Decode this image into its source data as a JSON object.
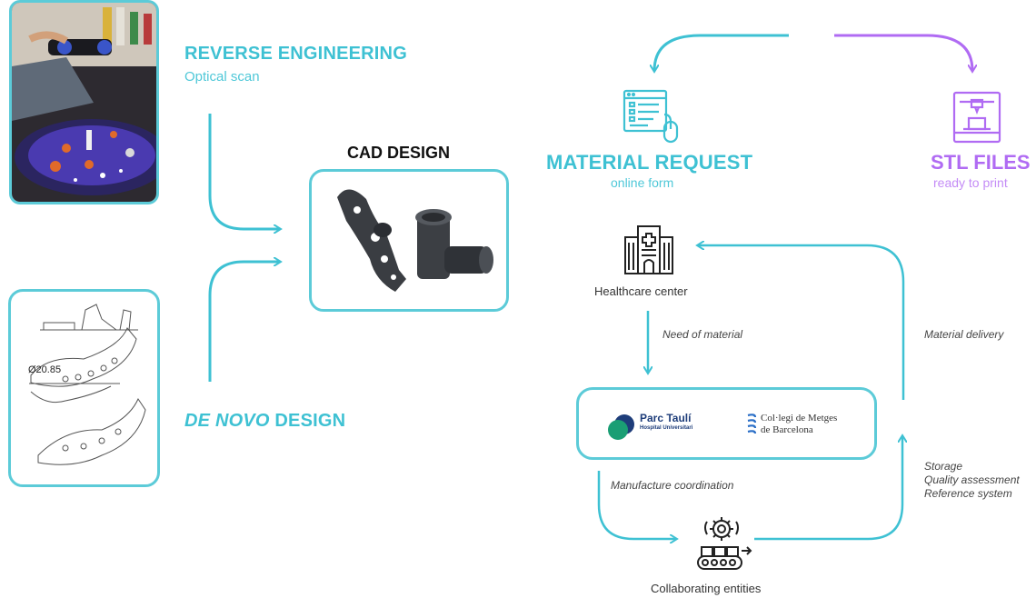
{
  "reverse": {
    "title": "REVERSE ENGINEERING",
    "subtitle": "Optical scan"
  },
  "denovo": {
    "italic": "DE NOVO",
    "rest": " DESIGN"
  },
  "cad": {
    "title": "CAD DESIGN"
  },
  "sketch": {
    "dimension": "Ø20.85"
  },
  "material_request": {
    "title": "MATERIAL REQUEST",
    "subtitle": "online form"
  },
  "stl": {
    "title": "STL FILES",
    "subtitle": "ready to print"
  },
  "healthcare": {
    "label": "Healthcare center"
  },
  "need": {
    "label": "Need of material"
  },
  "delivery": {
    "label": "Material delivery"
  },
  "parc": {
    "name": "Parc Taulí",
    "sub": "Hospital Universitari"
  },
  "metges": {
    "line1": "Col·legi de Metges",
    "line2": "de Barcelona"
  },
  "coordination": {
    "label": "Manufacture coordination"
  },
  "storage": {
    "lines": [
      "Storage",
      "Quality assessment",
      "Reference system"
    ]
  },
  "collab": {
    "label": "Collaborating entities"
  },
  "colors": {
    "teal": "#3ec1d3",
    "purple": "#b06bf3",
    "dark": "#222222"
  }
}
